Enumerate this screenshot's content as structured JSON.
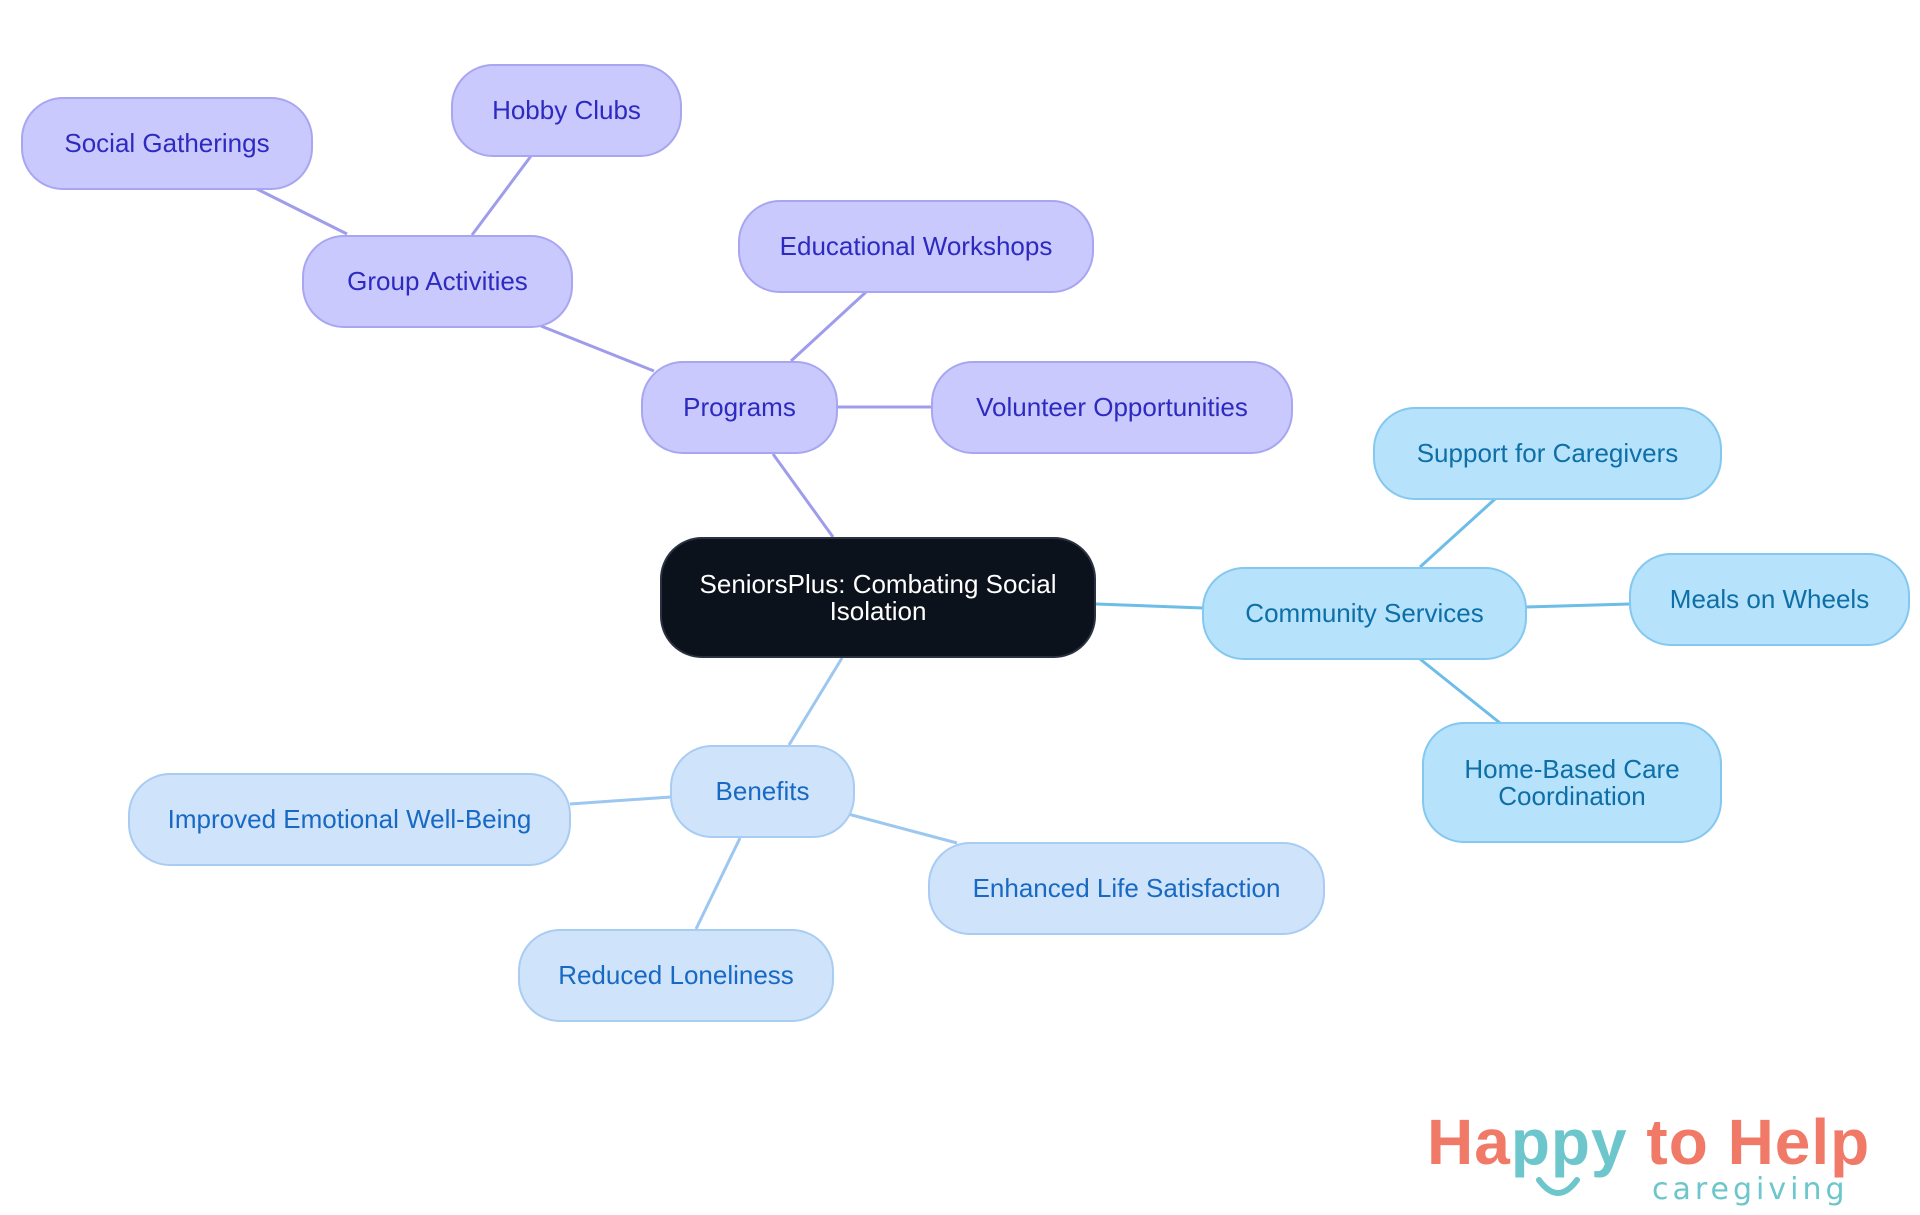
{
  "diagram": {
    "type": "mind-map",
    "root": {
      "label": "SeniorsPlus: Combating Social Isolation",
      "line1": "SeniorsPlus: Combating Social",
      "line2": "Isolation"
    },
    "branches": {
      "programs": {
        "label": "Programs",
        "color": "#c9c9fd",
        "children": {
          "group_activities": {
            "label": "Group Activities",
            "children": {
              "social_gatherings": "Social Gatherings",
              "hobby_clubs": "Hobby Clubs"
            }
          },
          "educational_workshops": "Educational Workshops",
          "volunteer_opportunities": "Volunteer Opportunities"
        }
      },
      "community_services": {
        "label": "Community Services",
        "color": "#b6e2fc",
        "children": {
          "support_for_caregivers": "Support for Caregivers",
          "meals_on_wheels": "Meals on Wheels",
          "home_based_care": {
            "label": "Home-Based Care Coordination",
            "line1": "Home-Based Care",
            "line2": "Coordination"
          }
        }
      },
      "benefits": {
        "label": "Benefits",
        "color": "#cfe3fb",
        "children": {
          "improved_emotional": "Improved Emotional Well-Being",
          "enhanced_life_satisfaction": "Enhanced Life Satisfaction",
          "reduced_loneliness": "Reduced Loneliness"
        }
      }
    },
    "edge_colors": {
      "programs": "#9f9cec",
      "community": "#6cbde8",
      "benefits": "#9cc7f0"
    }
  },
  "logo": {
    "part1": "Ha",
    "part2": "ppy",
    "part3": " to Help",
    "subtitle": "caregiving",
    "primary_color": "#f07a67",
    "accent_color": "#6cc6cb"
  }
}
